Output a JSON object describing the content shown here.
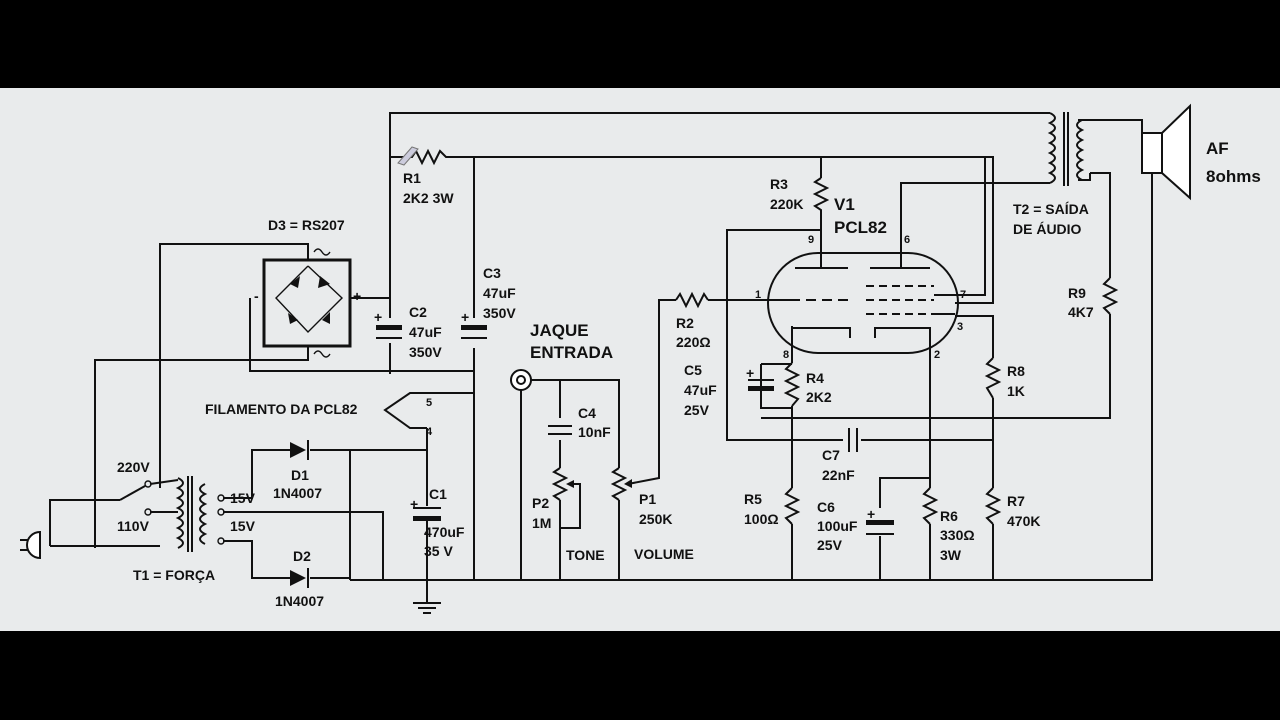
{
  "labels": {
    "r1": "R1",
    "r1v": "2K2 3W",
    "d3": "D3 = RS207",
    "c2": "C2",
    "c2v": "47uF",
    "c2r": "350V",
    "c3": "C3",
    "c3v": "47uF",
    "c3r": "350V",
    "jaque1": "JAQUE",
    "jaque2": "ENTRADA",
    "fil": "FILAMENTO DA PCL82",
    "v220": "220V",
    "v110": "110V",
    "v15a": "15V",
    "v15b": "15V",
    "t1": "T1 = FORÇA",
    "d1": "D1",
    "d1v": "1N4007",
    "d2": "D2",
    "d2v": "1N4007",
    "c1": "C1",
    "c1v": "470uF",
    "c1r": "35 V",
    "c4": "C4",
    "c4v": "10nF",
    "p2": "P2",
    "p2v": "1M",
    "tone": "TONE",
    "p1": "P1",
    "p1v": "250K",
    "volume": "VOLUME",
    "r2": "R2",
    "r2v": "220Ω",
    "c5": "C5",
    "c5v": "47uF",
    "c5r": "25V",
    "r3": "R3",
    "r3v": "220K",
    "v1": "V1",
    "v1v": "PCL82",
    "r4": "R4",
    "r4v": "2K2",
    "c7": "C7",
    "c7v": "22nF",
    "r5": "R5",
    "r5v": "100Ω",
    "c6": "C6",
    "c6v": "100uF",
    "c6r": "25V",
    "r6": "R6",
    "r6v": "330Ω",
    "r6r": "3W",
    "r7": "R7",
    "r7v": "470K",
    "r8": "R8",
    "r8v": "1K",
    "r9": "R9",
    "r9v": "4K7",
    "t2a": "T2 = SAÍDA",
    "t2b": "DE ÁUDIO",
    "af": "AF",
    "afv": "8ohms",
    "pin9": "9",
    "pin6": "6",
    "pin1": "1",
    "pin7": "7",
    "pin3": "3",
    "pin8": "8",
    "pin2": "2",
    "pin5": "5",
    "pin4": "4",
    "plus": "+",
    "minus": "-"
  }
}
